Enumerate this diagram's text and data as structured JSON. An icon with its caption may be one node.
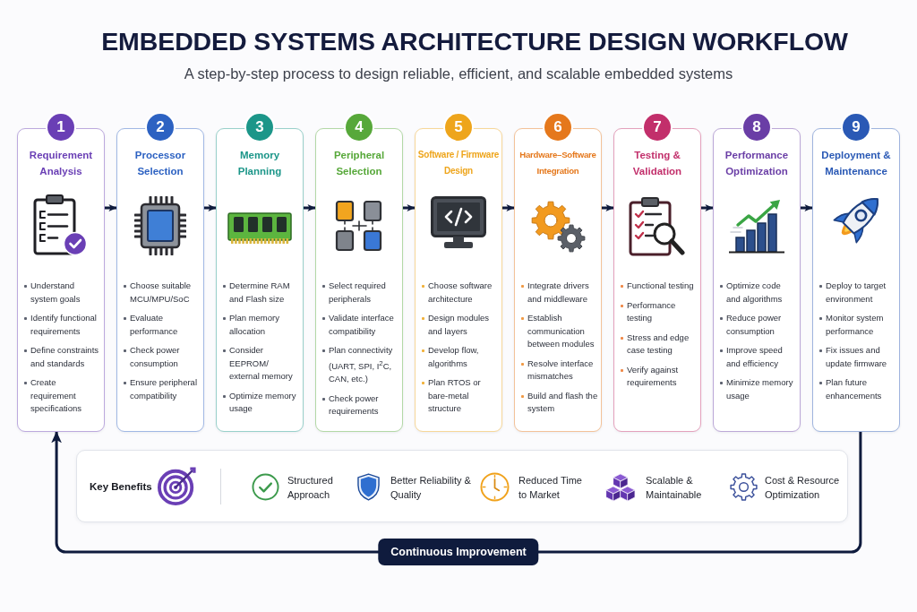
{
  "diagram": {
    "title": "EMBEDDED SYSTEMS ARCHITECTURE DESIGN WORKFLOW",
    "nodes": [
      {
        "text": [
          "1",
          "Requirement Analysis",
          "Understand system goals",
          "Identify functional requirements",
          "Define constraints and standards",
          "Create requirement specifications"
        ]
      },
      {
        "text": [
          "2",
          "Processor Selection",
          "Choose suitable MCU/MPU/SoC",
          "Evaluate performance",
          "Check power consumption",
          "Ensure peripheral compatibility"
        ]
      },
      {
        "text": [
          "3",
          "Memory Planning",
          "Determine RAM and Flash size",
          "Plan memory allocation",
          "Consider EEPROM/ external memory",
          "Optimize memory usage"
        ]
      },
      {
        "text": [
          "4",
          "Peripheral Selection",
          "Select required peripherals",
          "Validate interface compatibility",
          "Plan connectivity (UART, SPI, I$^{2}$C, CAN, etc.)",
          "Check power requirements"
        ]
      },
      {
        "text": [
          "5",
          "Software / Firmware Design",
          "Choose software architecture",
          "Design modules and layers",
          "Develop flow, algorithms",
          "Plan RTOS or bare-metal structure"
        ]
      },
      {
        "text": [
          "6",
          "Hardware–Software Integration",
          "Integrate drivers and middleware",
          "Establish communication between modules",
          "Resolve interface mismatches",
          "Build and flash the system"
        ]
      },
      {
        "text": [
          "7",
          "Testing & Validation",
          "Functional testing",
          "Performance testing",
          "Stress and edge case testing",
          "Verify against requirements"
        ]
      },
      {
        "text": [
          "8",
          "Performance Optimization",
          "Optimize code and algorithms",
          "Reduce power consumption",
          "Improve speed and efficiency",
          "Minimize memory usage"
        ]
      },
      {
        "text": [
          "9",
          "Deployment & Maintenance",
          "Deploy to target environment",
          "Monitor system performance",
          "Fix issues and update firmware",
          "Plan future enhancements"
        ]
      },
      {
        "text": [
          "Key Benefits",
          "Structured Approach",
          "Better Reliability & Quality",
          "Reduced Time to Market",
          "Scalable & Maintainable",
          "Cost & Resource Optimization"
        ]
      }
    ],
    "edges": [
      {
        "from": 0,
        "to": 1,
        "arrow": "to"
      },
      {
        "from": 1,
        "to": 2,
        "arrow": "to"
      },
      {
        "from": 2,
        "to": 3,
        "arrow": "to"
      },
      {
        "from": 3,
        "to": 4,
        "arrow": "to"
      },
      {
        "from": 4,
        "to": 5,
        "arrow": "to"
      },
      {
        "from": 5,
        "to": 6,
        "arrow": "to"
      },
      {
        "from": 6,
        "to": 7,
        "arrow": "to"
      },
      {
        "from": 7,
        "to": 8,
        "arrow": "to"
      },
      {
        "from": 8,
        "to": 0,
        "arrow": "to",
        "label": "Continuous Improvement"
      }
    ],
    "labels": [
      "A step-by-step process to design reliable, efficient, and scalable embedded systems"
    ]
  }
}
